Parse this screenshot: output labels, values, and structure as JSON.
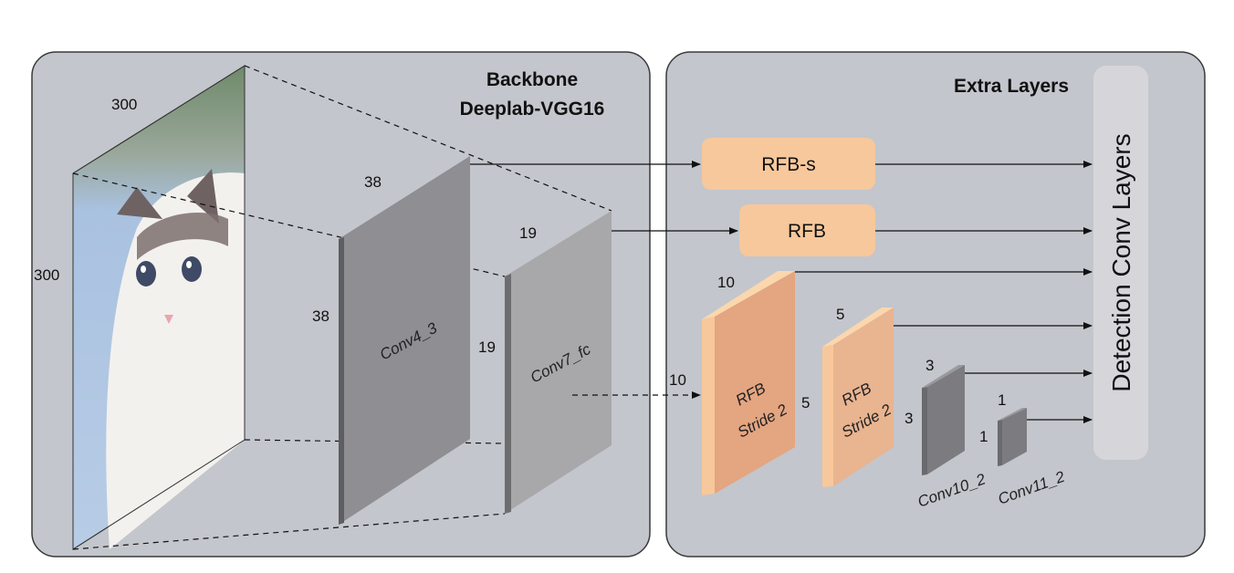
{
  "backbone": {
    "title_line1": "Backbone",
    "title_line2": "Deeplab-VGG16",
    "input_width_label": "300",
    "input_height_label": "300",
    "conv4_width_label": "38",
    "conv4_height_label": "38",
    "conv4_name": "Conv4_3",
    "conv7_width_label": "19",
    "conv7_height_label": "19",
    "conv7_name": "Conv7_fc"
  },
  "extra": {
    "title": "Extra Layers",
    "rfb_s_label": "RFB-s",
    "rfb_label": "RFB",
    "rfb1_top_label": "10",
    "rfb1_side_label": "10",
    "rfb1_name_line1": "RFB",
    "rfb1_name_line2": "Stride 2",
    "rfb2_top_label": "5",
    "rfb2_side_label": "5",
    "rfb2_name_line1": "RFB",
    "rfb2_name_line2": "Stride 2",
    "conv10_top_label": "3",
    "conv10_side_label": "3",
    "conv10_name": "Conv10_2",
    "conv11_top_label": "1",
    "conv11_side_label": "1",
    "conv11_name": "Conv11_2",
    "detection_label": "Detection Conv Layers"
  },
  "colors": {
    "panel_fill": "#c3c6cc",
    "panel_stroke": "#3a3a3a",
    "conv4_front": "#8e8e93",
    "conv7_front": "#a8a8ab",
    "rfb_box": "#f7c89b",
    "detection_bar": "#d6d6da"
  }
}
